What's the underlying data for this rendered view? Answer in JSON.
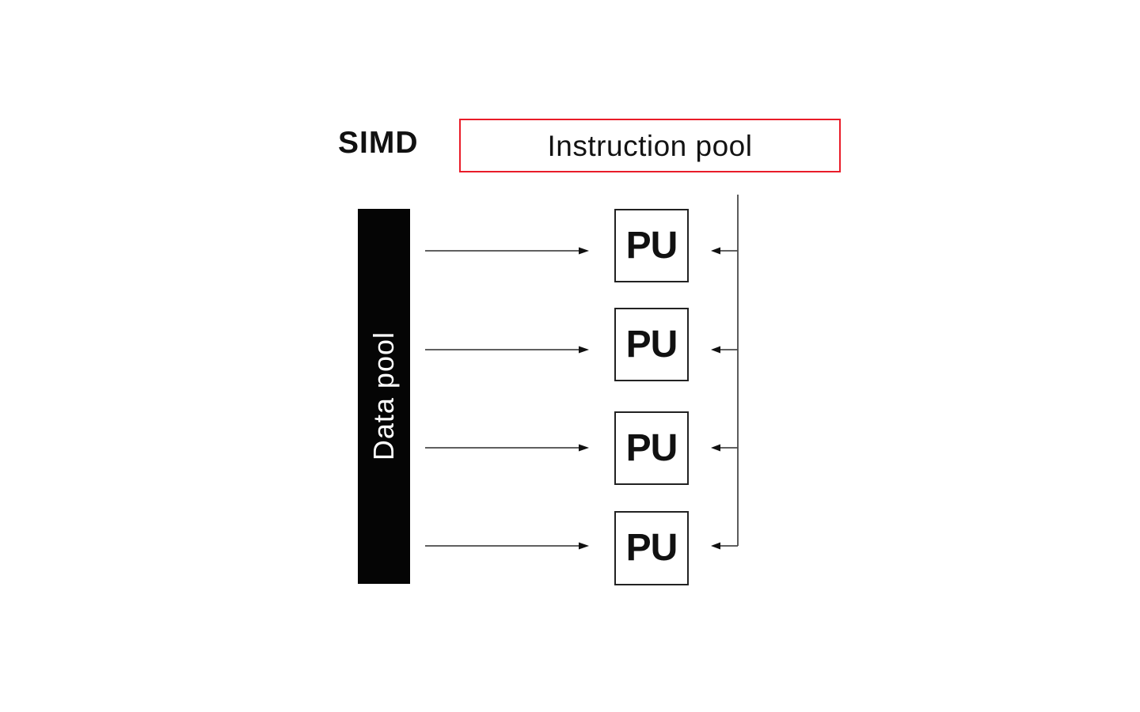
{
  "diagram": {
    "title": "SIMD",
    "instruction_pool_label": "Instruction pool",
    "data_pool_label": "Data pool",
    "processing_units": [
      {
        "label": "PU"
      },
      {
        "label": "PU"
      },
      {
        "label": "PU"
      },
      {
        "label": "PU"
      }
    ]
  },
  "colors": {
    "accent_red": "#e91c29",
    "line_gray": "#4a4a4a",
    "ink_black": "#111111",
    "paper_white": "#ffffff"
  }
}
